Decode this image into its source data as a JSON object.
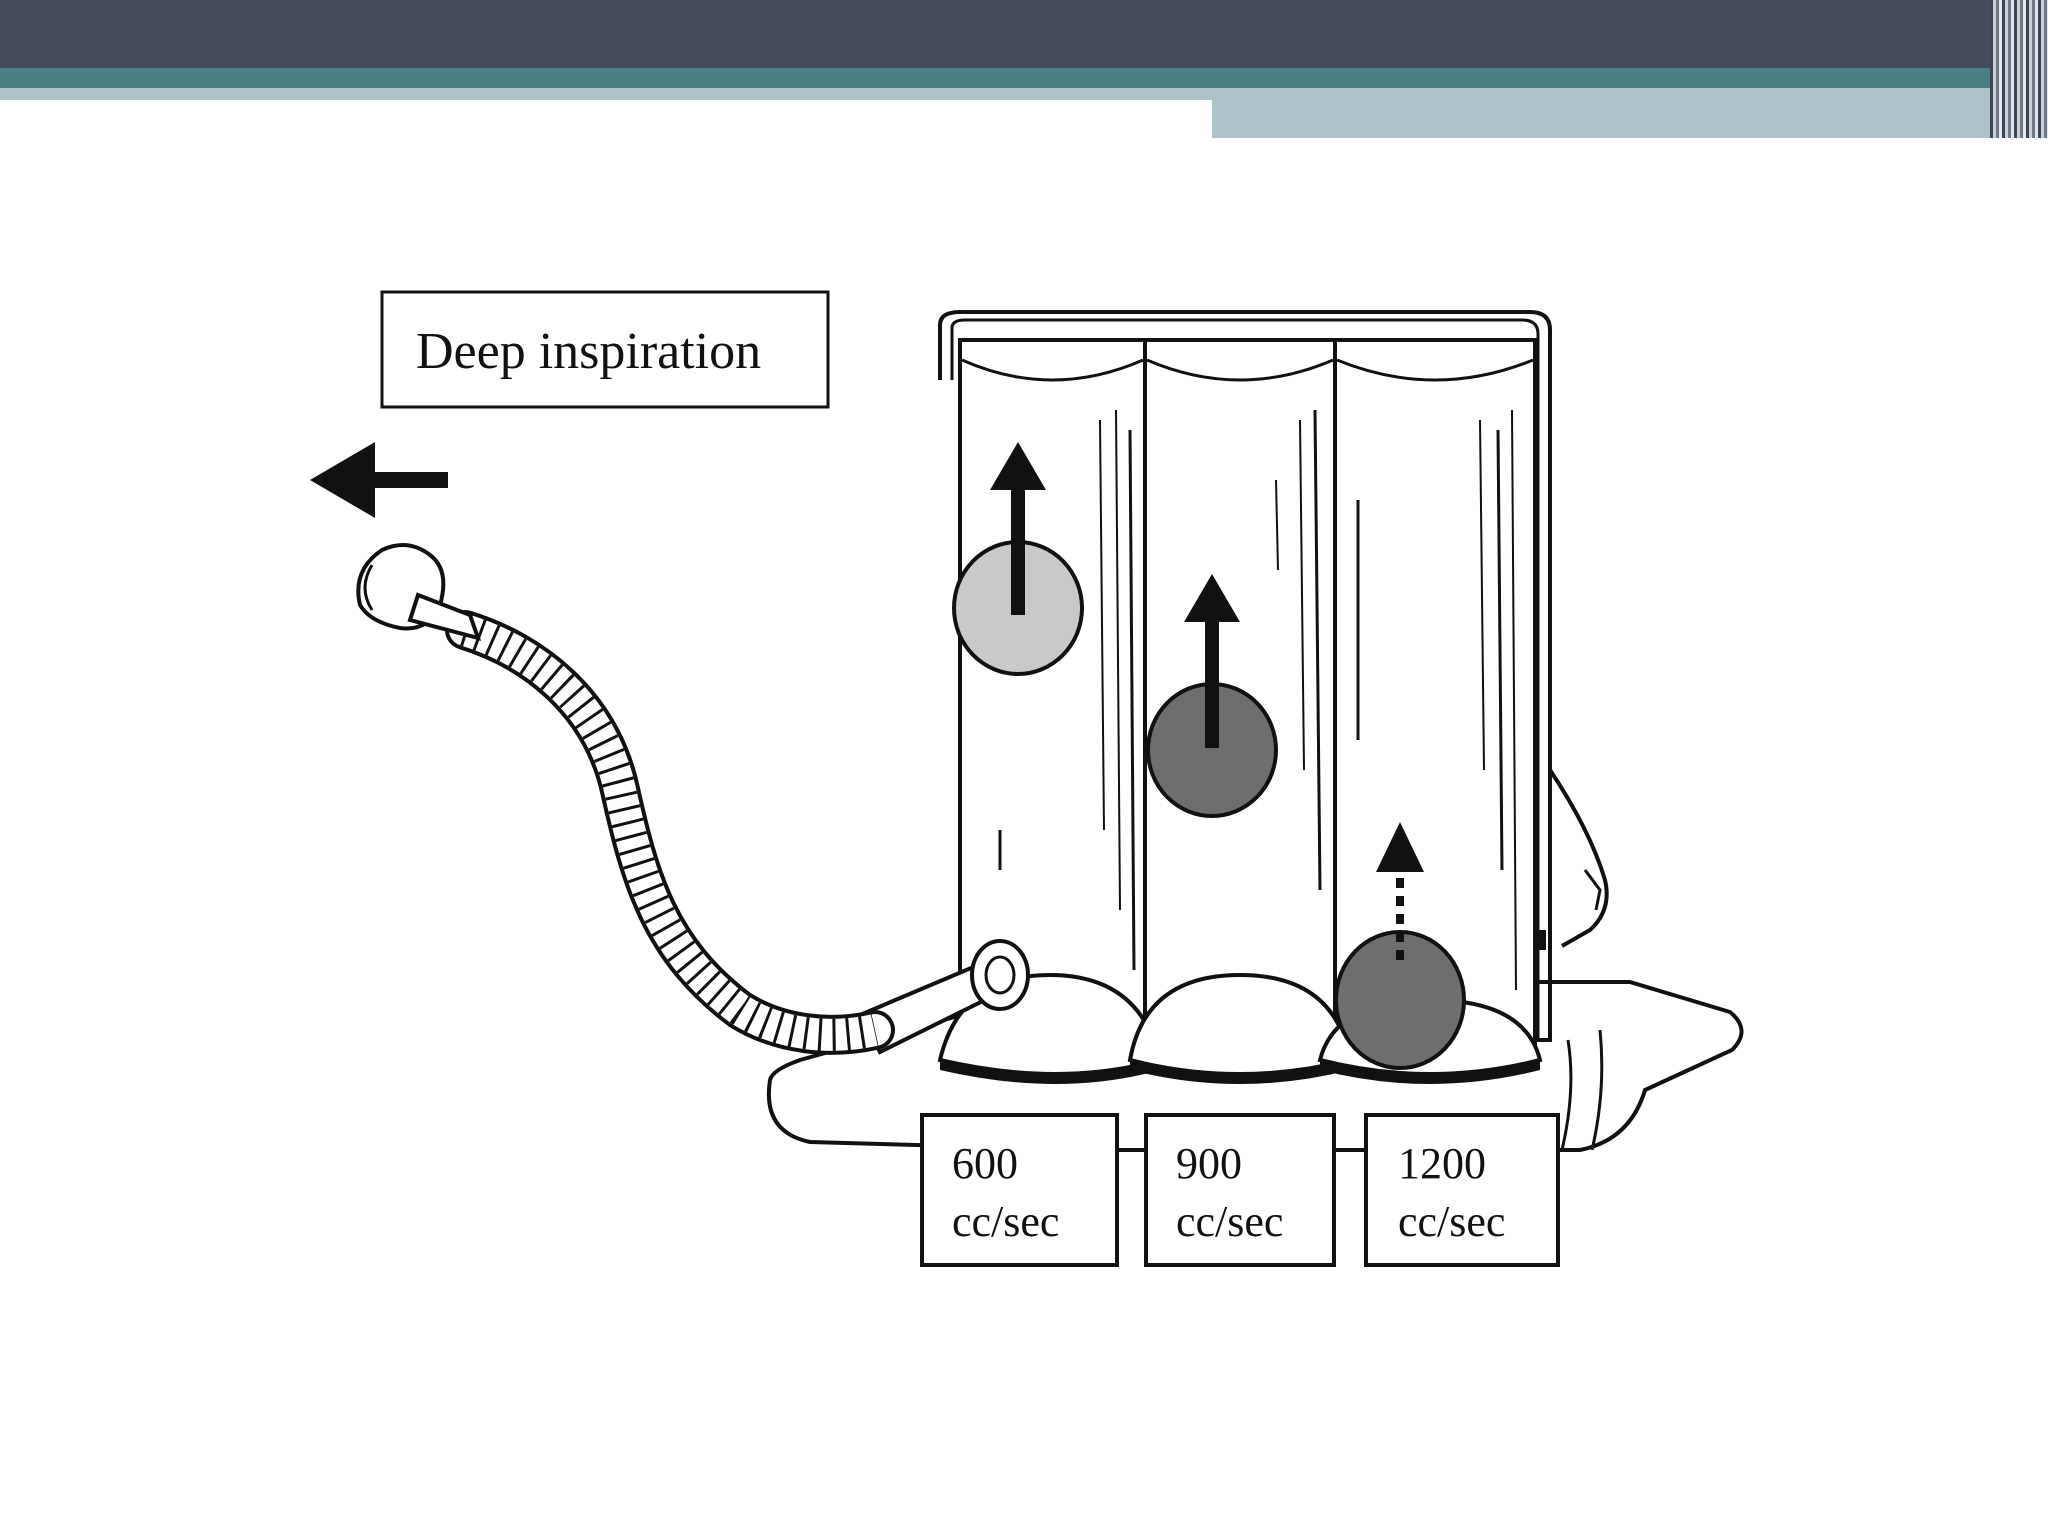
{
  "diagram": {
    "title": "Deep inspiration",
    "flow_labels": [
      {
        "value": "600",
        "unit": "cc/sec"
      },
      {
        "value": "900",
        "unit": "cc/sec"
      },
      {
        "value": "1200",
        "unit": "cc/sec"
      }
    ]
  },
  "colors": {
    "header_dark": "#454a5c",
    "header_teal": "#4a8088",
    "header_light": "#a9c3c8",
    "ball_light": "#c9c9c9",
    "ball_dark": "#6e6e6e"
  }
}
